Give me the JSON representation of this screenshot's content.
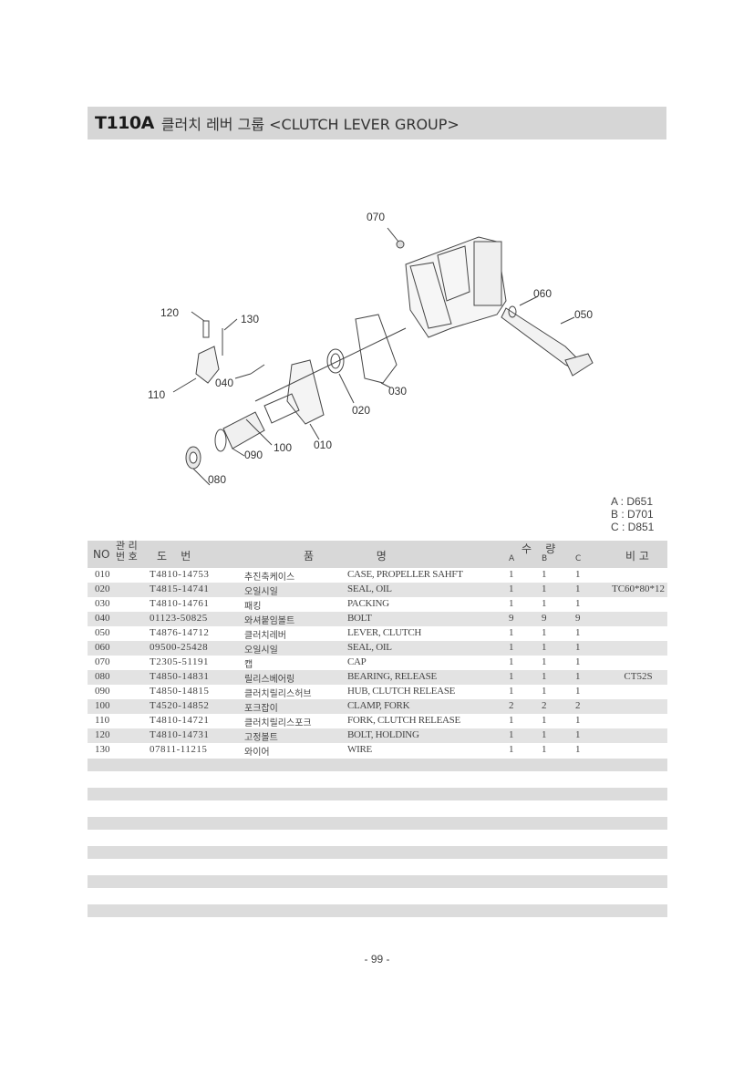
{
  "title": {
    "code": "T110A",
    "text": "클러치 레버 그룹 <CLUTCH LEVER GROUP>"
  },
  "diagram": {
    "callouts": [
      "070",
      "060",
      "050",
      "120",
      "130",
      "040",
      "110",
      "030",
      "020",
      "010",
      "100",
      "090",
      "080"
    ]
  },
  "legend": [
    "A : D651",
    "B : D701",
    "C : D851"
  ],
  "table": {
    "headers": {
      "no": "NO",
      "mgmt": "관리\n번호",
      "mgmt_1": "관 리",
      "mgmt_2": "번 호",
      "drawing": "도    번",
      "name": "품                  명",
      "qty": "수    량",
      "a": "A",
      "b": "B",
      "c": "C",
      "remark": "비 고"
    },
    "rows": [
      {
        "no": "010",
        "part": "T4810-14753",
        "kr": "추진축케이스",
        "en": "CASE, PROPELLER SAHFT",
        "a": "1",
        "b": "1",
        "c": "1",
        "remark": ""
      },
      {
        "no": "020",
        "part": "T4815-14741",
        "kr": "오일시일",
        "en": "SEAL, OIL",
        "a": "1",
        "b": "1",
        "c": "1",
        "remark": "TC60*80*12"
      },
      {
        "no": "030",
        "part": "T4810-14761",
        "kr": "패킹",
        "en": "PACKING",
        "a": "1",
        "b": "1",
        "c": "1",
        "remark": ""
      },
      {
        "no": "040",
        "part": "01123-50825",
        "kr": "와셔붙임볼트",
        "en": "BOLT",
        "a": "9",
        "b": "9",
        "c": "9",
        "remark": ""
      },
      {
        "no": "050",
        "part": "T4876-14712",
        "kr": "클러치레버",
        "en": "LEVER, CLUTCH",
        "a": "1",
        "b": "1",
        "c": "1",
        "remark": ""
      },
      {
        "no": "060",
        "part": "09500-25428",
        "kr": "오일시일",
        "en": "SEAL, OIL",
        "a": "1",
        "b": "1",
        "c": "1",
        "remark": ""
      },
      {
        "no": "070",
        "part": "T2305-51191",
        "kr": "캡",
        "en": "CAP",
        "a": "1",
        "b": "1",
        "c": "1",
        "remark": ""
      },
      {
        "no": "080",
        "part": "T4850-14831",
        "kr": "릴리스베어링",
        "en": "BEARING, RELEASE",
        "a": "1",
        "b": "1",
        "c": "1",
        "remark": "CT52S"
      },
      {
        "no": "090",
        "part": "T4850-14815",
        "kr": "클러치릴리스허브",
        "en": "HUB, CLUTCH RELEASE",
        "a": "1",
        "b": "1",
        "c": "1",
        "remark": ""
      },
      {
        "no": "100",
        "part": "T4520-14852",
        "kr": "포크잡이",
        "en": "CLAMP, FORK",
        "a": "2",
        "b": "2",
        "c": "2",
        "remark": ""
      },
      {
        "no": "110",
        "part": "T4810-14721",
        "kr": "클러치릴리스포크",
        "en": "FORK, CLUTCH RELEASE",
        "a": "1",
        "b": "1",
        "c": "1",
        "remark": ""
      },
      {
        "no": "120",
        "part": "T4810-14731",
        "kr": "고정볼트",
        "en": "BOLT, HOLDING",
        "a": "1",
        "b": "1",
        "c": "1",
        "remark": ""
      },
      {
        "no": "130",
        "part": "07811-11215",
        "kr": "와이어",
        "en": "WIRE",
        "a": "1",
        "b": "1",
        "c": "1",
        "remark": ""
      }
    ]
  },
  "page_number": "- 99 -"
}
